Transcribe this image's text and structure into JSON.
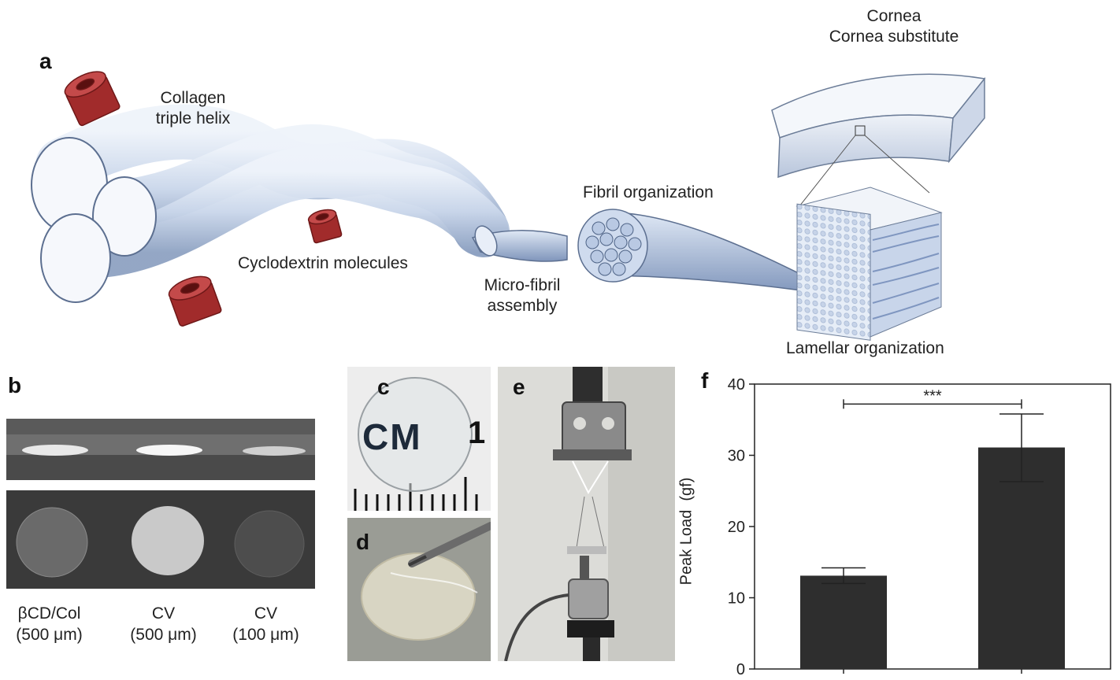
{
  "panel_a": {
    "label": "a",
    "collagen_line1": "Collagen",
    "collagen_line2": "triple helix",
    "cyclodextrin": "Cyclodextrin molecules",
    "microfibril_line1": "Micro-fibril",
    "microfibril_line2": "assembly",
    "fibril_org": "Fibril organization",
    "cornea_line1": "Cornea",
    "cornea_line2": "Cornea substitute",
    "lamellar": "Lamellar organization"
  },
  "panel_b": {
    "label": "b",
    "captions": [
      {
        "line1": "βCD/Col",
        "line2": "(500 μm)"
      },
      {
        "line1": "CV",
        "line2": "(500 μm)"
      },
      {
        "line1": "CV",
        "line2": "(100 μm)"
      }
    ]
  },
  "panel_c": {
    "label": "c",
    "ruler_text": "CM",
    "ruler_number": "1"
  },
  "panel_d": {
    "label": "d"
  },
  "panel_e": {
    "label": "e"
  },
  "panel_f": {
    "label": "f"
  },
  "chart_data": {
    "type": "bar",
    "categories": [
      "",
      ""
    ],
    "values": [
      13.1,
      31.1
    ],
    "errors": [
      [
        12.0,
        14.2
      ],
      [
        26.3,
        35.8
      ]
    ],
    "bar_color": "#2e2e2e",
    "ylabel": "Peak Load  (gf)",
    "ylim": [
      0,
      40
    ],
    "yticks": [
      0,
      10,
      20,
      30,
      40
    ],
    "significance": "***"
  }
}
